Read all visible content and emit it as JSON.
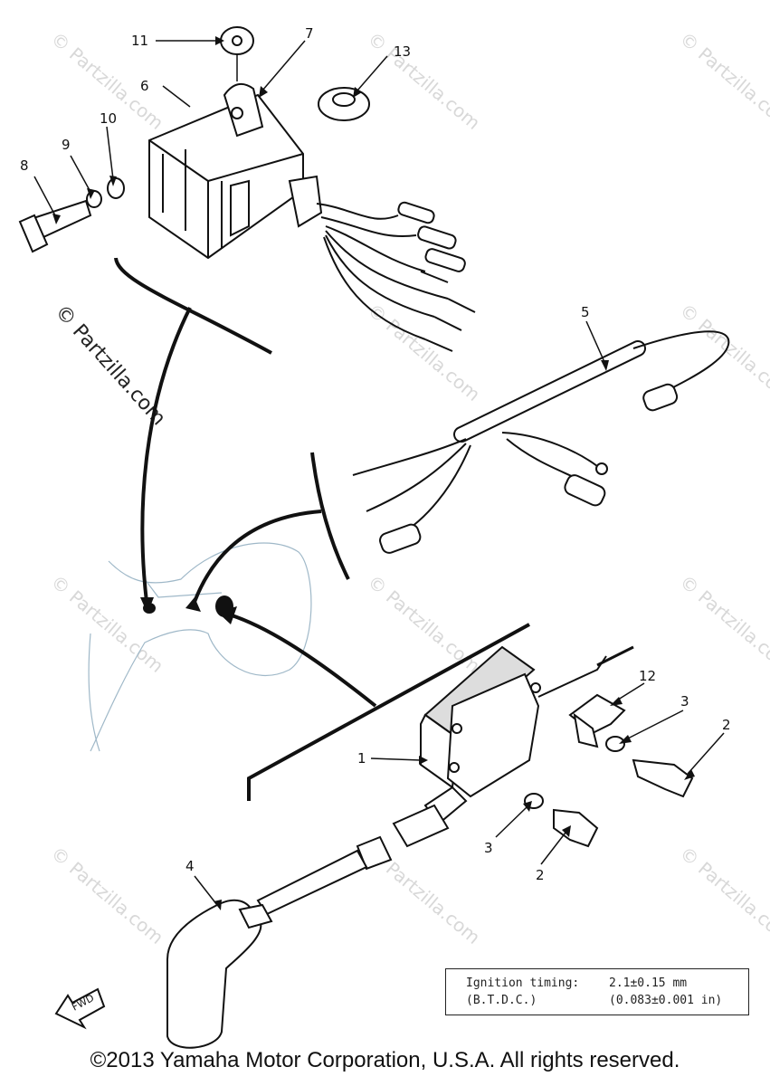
{
  "parts": {
    "p1": "1",
    "p2a": "2",
    "p2b": "2",
    "p3a": "3",
    "p3b": "3",
    "p4": "4",
    "p5": "5",
    "p6": "6",
    "p7": "7",
    "p8": "8",
    "p9": "9",
    "p10": "10",
    "p11": "11",
    "p12": "12",
    "p13": "13"
  },
  "fwd_label": "FWD",
  "watermark": "© Partzilla.com",
  "spec": {
    "label_line1": "Ignition timing:",
    "label_line2": "(B.T.D.C.)",
    "value_line1": "2.1±0.15 mm",
    "value_line2": "(0.083±0.001 in)"
  },
  "copyright": "©2013  Yamaha Motor Corporation, U.S.A. All rights reserved."
}
